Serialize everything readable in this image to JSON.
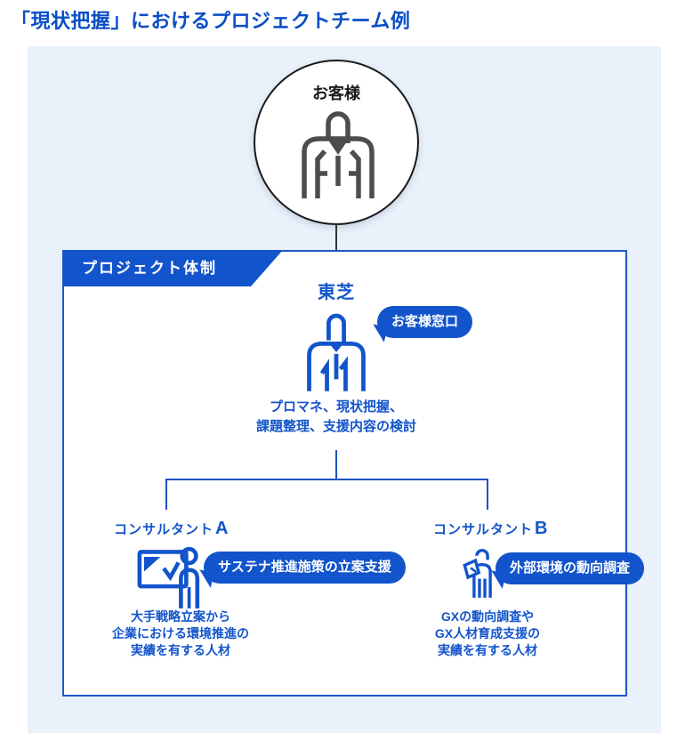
{
  "title": "「現状把握」におけるプロジェクトチーム例",
  "colors": {
    "accent_blue": "#1254cb",
    "title_blue": "#0a4ec6",
    "icon_gray": "#4d4d4d",
    "panel_bg": "#e9f1fb",
    "circle_border": "#1a1a1a"
  },
  "customer": {
    "label": "お客様",
    "icon": "business-person-icon"
  },
  "project_box": {
    "tag_label": "プロジェクト体制",
    "lead": {
      "name": "東芝",
      "icon": "suit-person-icon",
      "bubble_label": "お客様窓口",
      "role_line1": "プロマネ、現状把握、",
      "role_line2": "課題整理、支援内容の検討"
    },
    "consultant_a": {
      "name_prefix": "コンサルタント",
      "name_suffix": "A",
      "icon": "presenter-whiteboard-icon",
      "bubble_label": "サステナ推進施策の立案支援",
      "desc_line1": "大手戦略立案から",
      "desc_line2": "企業における環境推進の",
      "desc_line3": "実績を有する人材"
    },
    "consultant_b": {
      "name_prefix": "コンサルタント",
      "name_suffix": "B",
      "icon": "document-person-icon",
      "bubble_label": "外部環境の動向調査",
      "desc_line1": "GXの動向調査や",
      "desc_line2": "GX人材育成支援の",
      "desc_line3": "実績を有する人材"
    }
  }
}
